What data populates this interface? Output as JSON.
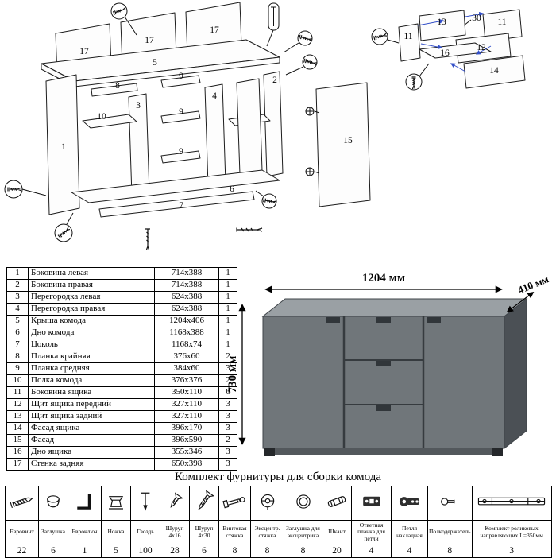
{
  "colors": {
    "front": "#70767a",
    "top": "#9aa0a4",
    "side": "#4b5055",
    "notch": "#31363a",
    "accent_blue": "#3450c8"
  },
  "diagram": {
    "main_labels": {
      "p17a": "17",
      "p17b": "17",
      "p17c": "17",
      "p5": "5",
      "p8": "8",
      "p3": "3",
      "p9a": "9",
      "p9b": "9",
      "p9c": "9",
      "p4": "4",
      "p1": "1",
      "p2": "2",
      "p10": "10",
      "p6": "6",
      "p7": "7",
      "p15": "15"
    },
    "drawer_labels": {
      "p13": "13",
      "p11a": "11",
      "p11b": "11",
      "p12": "12",
      "p16": "16",
      "p14": "14",
      "angle": "30"
    }
  },
  "render": {
    "width_label": "1204 мм",
    "depth_label": "410 мм",
    "height_label": "730 мм"
  },
  "parts": {
    "rows": [
      {
        "num": "1",
        "name": "Боковина левая",
        "size": "714x388",
        "qty": "1"
      },
      {
        "num": "2",
        "name": "Боковина правая",
        "size": "714x388",
        "qty": "1"
      },
      {
        "num": "3",
        "name": "Перегородка левая",
        "size": "624x388",
        "qty": "1"
      },
      {
        "num": "4",
        "name": "Перегородка правая",
        "size": "624x388",
        "qty": "1"
      },
      {
        "num": "5",
        "name": "Крыша комода",
        "size": "1204x406",
        "qty": "1"
      },
      {
        "num": "6",
        "name": "Дно комода",
        "size": "1168x388",
        "qty": "1"
      },
      {
        "num": "7",
        "name": "Цоколь",
        "size": "1168x74",
        "qty": "1"
      },
      {
        "num": "8",
        "name": "Планка крайняя",
        "size": "376x60",
        "qty": "2"
      },
      {
        "num": "9",
        "name": "Планка средняя",
        "size": "384x60",
        "qty": "3"
      },
      {
        "num": "10",
        "name": "Полка комода",
        "size": "376x376",
        "qty": "2"
      },
      {
        "num": "11",
        "name": "Боковина ящика",
        "size": "350x110",
        "qty": "6"
      },
      {
        "num": "12",
        "name": "Щит ящика передний",
        "size": "327x110",
        "qty": "3"
      },
      {
        "num": "13",
        "name": "Щит ящика задний",
        "size": "327x110",
        "qty": "3"
      },
      {
        "num": "14",
        "name": "Фасад ящика",
        "size": "396x170",
        "qty": "3"
      },
      {
        "num": "15",
        "name": "Фасад",
        "size": "396x590",
        "qty": "2"
      },
      {
        "num": "16",
        "name": "Дно ящика",
        "size": "355x346",
        "qty": "3"
      },
      {
        "num": "17",
        "name": "Стенка задняя",
        "size": "650x398",
        "qty": "3"
      }
    ]
  },
  "hardware": {
    "title": "Комплект фурнитуры для сборки комода",
    "items": [
      {
        "name": "Евровинт",
        "qty": "22"
      },
      {
        "name": "Заглушка",
        "qty": "6"
      },
      {
        "name": "Евроключ",
        "qty": "1"
      },
      {
        "name": "Ножка",
        "qty": "5"
      },
      {
        "name": "Гвоздь",
        "qty": "100"
      },
      {
        "name": "Шуруп 4x16",
        "qty": "28"
      },
      {
        "name": "Шуруп 4x30",
        "qty": "6"
      },
      {
        "name": "Винтовая стяжка",
        "qty": "8"
      },
      {
        "name": "Эксцентр. стяжка",
        "qty": "8"
      },
      {
        "name": "Заглушка для эксцентрика",
        "qty": "8"
      },
      {
        "name": "Шкант",
        "qty": "20"
      },
      {
        "name": "Ответная планка для петли",
        "qty": "4"
      },
      {
        "name": "Петля накладная",
        "qty": "4"
      },
      {
        "name": "Полкодержатель",
        "qty": "8"
      },
      {
        "name": "Комплект роликовых направляющих L=350мм",
        "qty": "3"
      }
    ]
  }
}
